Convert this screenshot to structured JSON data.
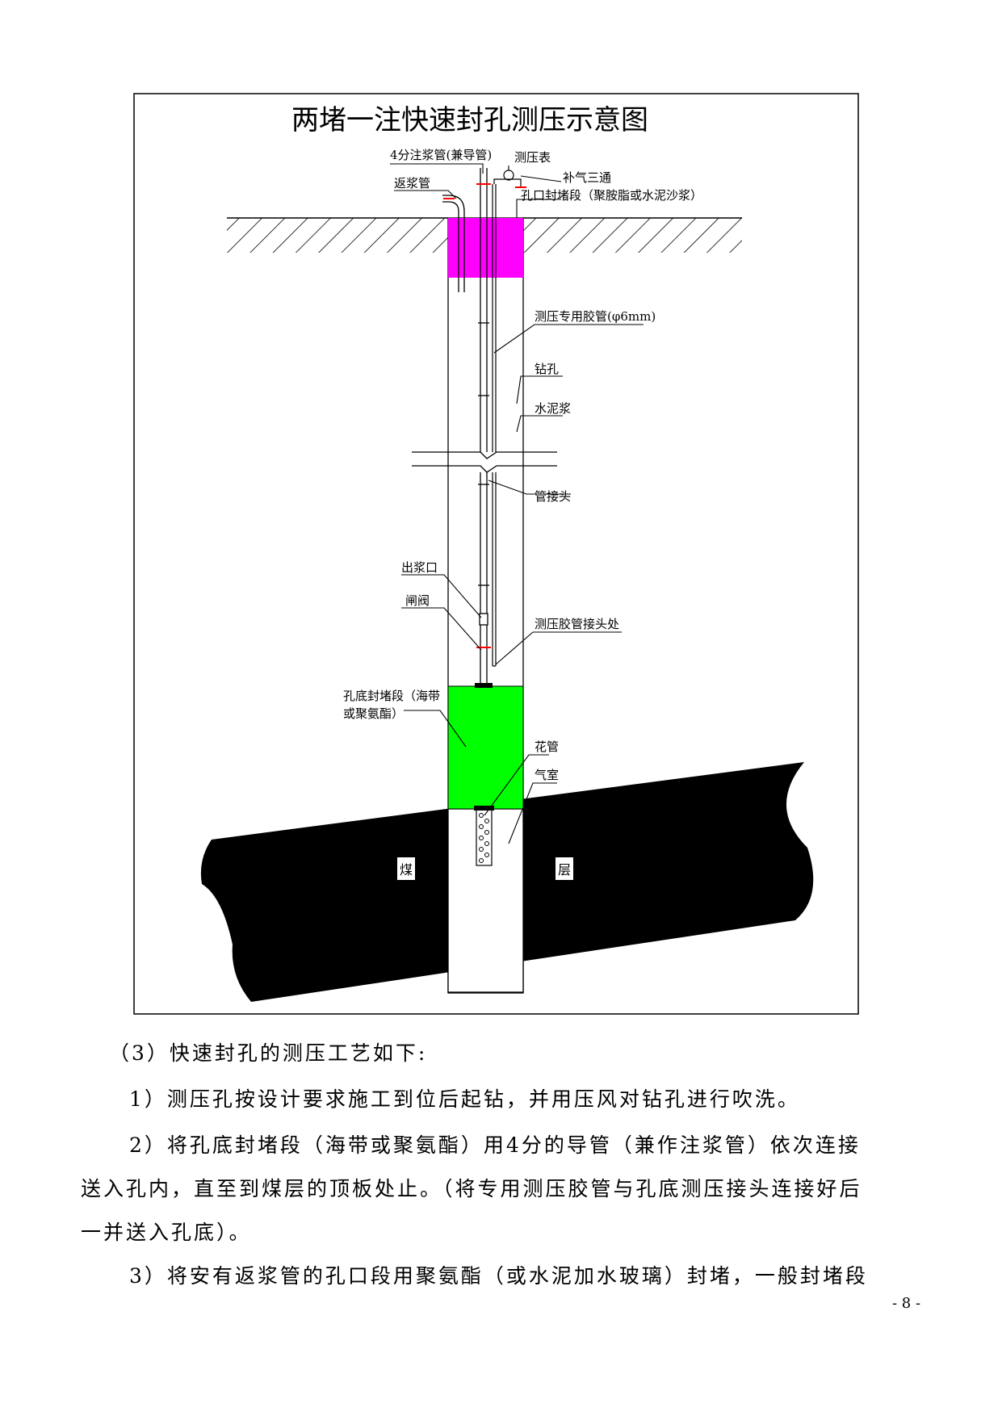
{
  "diagram": {
    "title": "两堵一注快速封孔测压示意图",
    "labels": {
      "grout_pipe": "4分注浆管(兼导管)",
      "pressure_gauge": "测压表",
      "return_pipe": "返浆管",
      "air_tee": "补气三通",
      "mouth_seal": "孔口封堵段（聚胺脂或水泥沙浆）",
      "rubber_hose": "测压专用胶管(φ6mm)",
      "borehole": "钻孔",
      "cement": "水泥浆",
      "pipe_joint": "管接头",
      "outlet": "出浆口",
      "valve": "闸阀",
      "hose_joint": "测压胶管接头处",
      "bottom_seal_1": "孔底封堵段（海带",
      "bottom_seal_2": "或聚氨酯）",
      "perforated_pipe": "花管",
      "gas_chamber": "气室",
      "coal_1": "煤",
      "coal_2": "层"
    },
    "colors": {
      "mouth_seal": "#ff00ff",
      "bottom_seal": "#00ff00",
      "coal": "#000000"
    }
  },
  "text": {
    "heading": "（3）快速封孔的测压工艺如下:",
    "step1": "1）测压孔按设计要求施工到位后起钻，并用压风对钻孔进行吹洗。",
    "step2_line1": "2）将孔底封堵段（海带或聚氨酯）用4分的导管（兼作注浆管）依次连接",
    "step2_line2": "送入孔内，直至到煤层的顶板处止。（将专用测压胶管与孔底测压接头连接好后",
    "step2_line3": "一并送入孔底）。",
    "step3_line1": "3）将安有返浆管的孔口段用聚氨酯（或水泥加水玻璃）封堵，一般封堵段"
  },
  "page_number": "- 8 -"
}
